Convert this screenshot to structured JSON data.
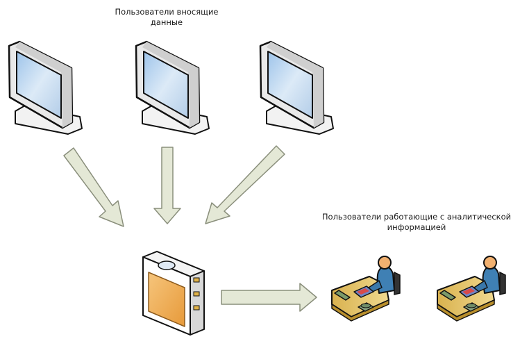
{
  "diagram": {
    "input_users_label": [
      "Пользователи вносящие",
      "данные"
    ],
    "analytics_users_label": [
      "Пользователи работающие с аналитической",
      "информацией"
    ]
  },
  "colors": {
    "monitor_frame": "#eeeeee",
    "screen": "#b9d3ee",
    "arrow_fill": "#e4e8d6",
    "arrow_stroke": "#8a8f7c",
    "server_body": "#ffffff",
    "server_panel": "#f0b050",
    "desk_top": "#e2c26a",
    "person_shirt": "#3f80b4",
    "person_skin": "#f2b170"
  }
}
